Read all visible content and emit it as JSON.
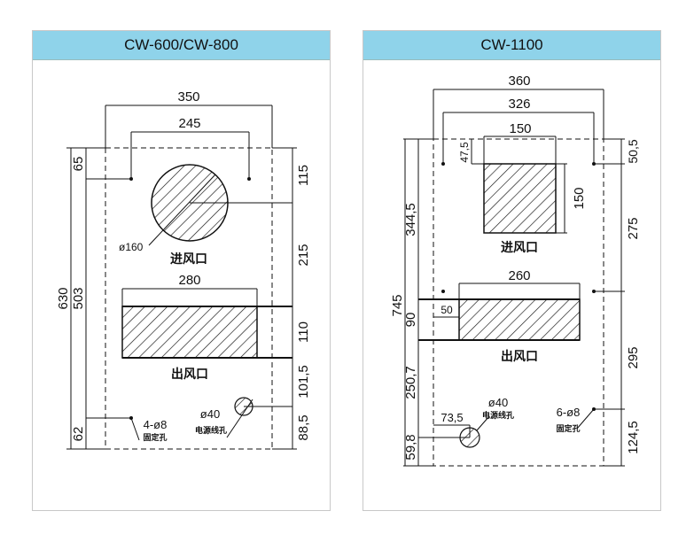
{
  "panels": [
    {
      "title": "CW-600/CW-800",
      "dims": {
        "w350": "350",
        "w245": "245",
        "w280": "280",
        "h65": "65",
        "h630": "630",
        "h503": "503",
        "h62": "62",
        "r115": "115",
        "r215": "215",
        "r110": "110",
        "r101_5": "101,5",
        "r88_5": "88,5"
      },
      "labels": {
        "inlet": "进风口",
        "outlet": "出风口",
        "dia160": "ø160",
        "dia40": "ø40",
        "mount": "4-ø8",
        "mount_sub": "固定孔",
        "cable": "电源线孔"
      }
    },
    {
      "title": "CW-1100",
      "dims": {
        "w360": "360",
        "w326": "326",
        "w150": "150",
        "w260": "260",
        "w73_5": "73,5",
        "h47_5": "47,5",
        "h150": "150",
        "h50": "50",
        "l745": "745",
        "l344_5": "344,5",
        "l90": "90",
        "l250_7": "250,7",
        "l59_8": "59,8",
        "r50_5": "50,5",
        "r275": "275",
        "r295": "295",
        "r124_5": "124,5"
      },
      "labels": {
        "inlet": "进风口",
        "outlet": "出风口",
        "dia40": "ø40",
        "cable": "电源线孔",
        "mount": "6-ø8",
        "mount_sub": "固定孔"
      }
    }
  ]
}
